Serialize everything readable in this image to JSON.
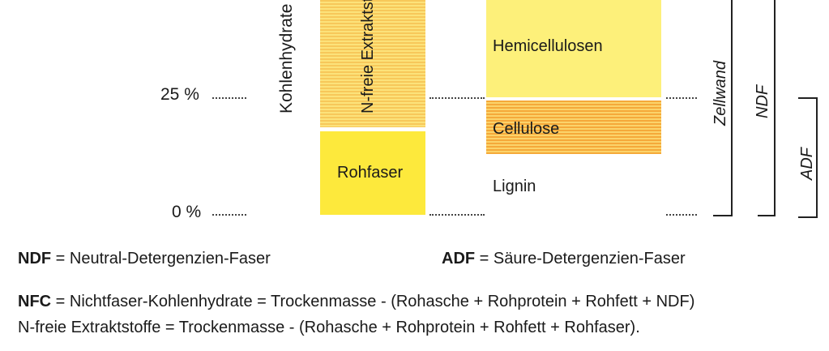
{
  "axis": {
    "tick_25": "25 %",
    "tick_0": "0 %"
  },
  "colors": {
    "extrakt_stripes": "#f7c85a",
    "rohfaser": "#fde93c",
    "hemicellulosen": "#fdf07a",
    "cellulose_stripes": "#f5a93a"
  },
  "left_column": {
    "group_label": "Kohlenhydrate",
    "extrakt_label": "N-freie Extraktstoffe",
    "rohfaser_label": "Rohfaser"
  },
  "right_column": {
    "hemicellulosen_label": "Hemicellulosen",
    "cellulose_label": "Cellulose",
    "lignin_label": "Lignin"
  },
  "brackets": {
    "zellwand": "Zellwand",
    "ndf": "NDF",
    "adf": "ADF"
  },
  "definitions": {
    "ndf_abbr": "NDF",
    "ndf_text": " = Neutral-Detergenzien-Faser",
    "adf_abbr": "ADF",
    "adf_text": " = Säure-Detergenzien-Faser",
    "nfc_abbr": "NFC",
    "nfc_text": " = Nichtfaser-Kohlenhydrate = Trockenmasse - (Rohasche + Rohprotein + Rohfett + NDF)",
    "nfree_text": "N-freie Extraktstoffe = Trockenmasse - (Rohasche + Rohprotein + Rohfett + Rohfaser)."
  }
}
